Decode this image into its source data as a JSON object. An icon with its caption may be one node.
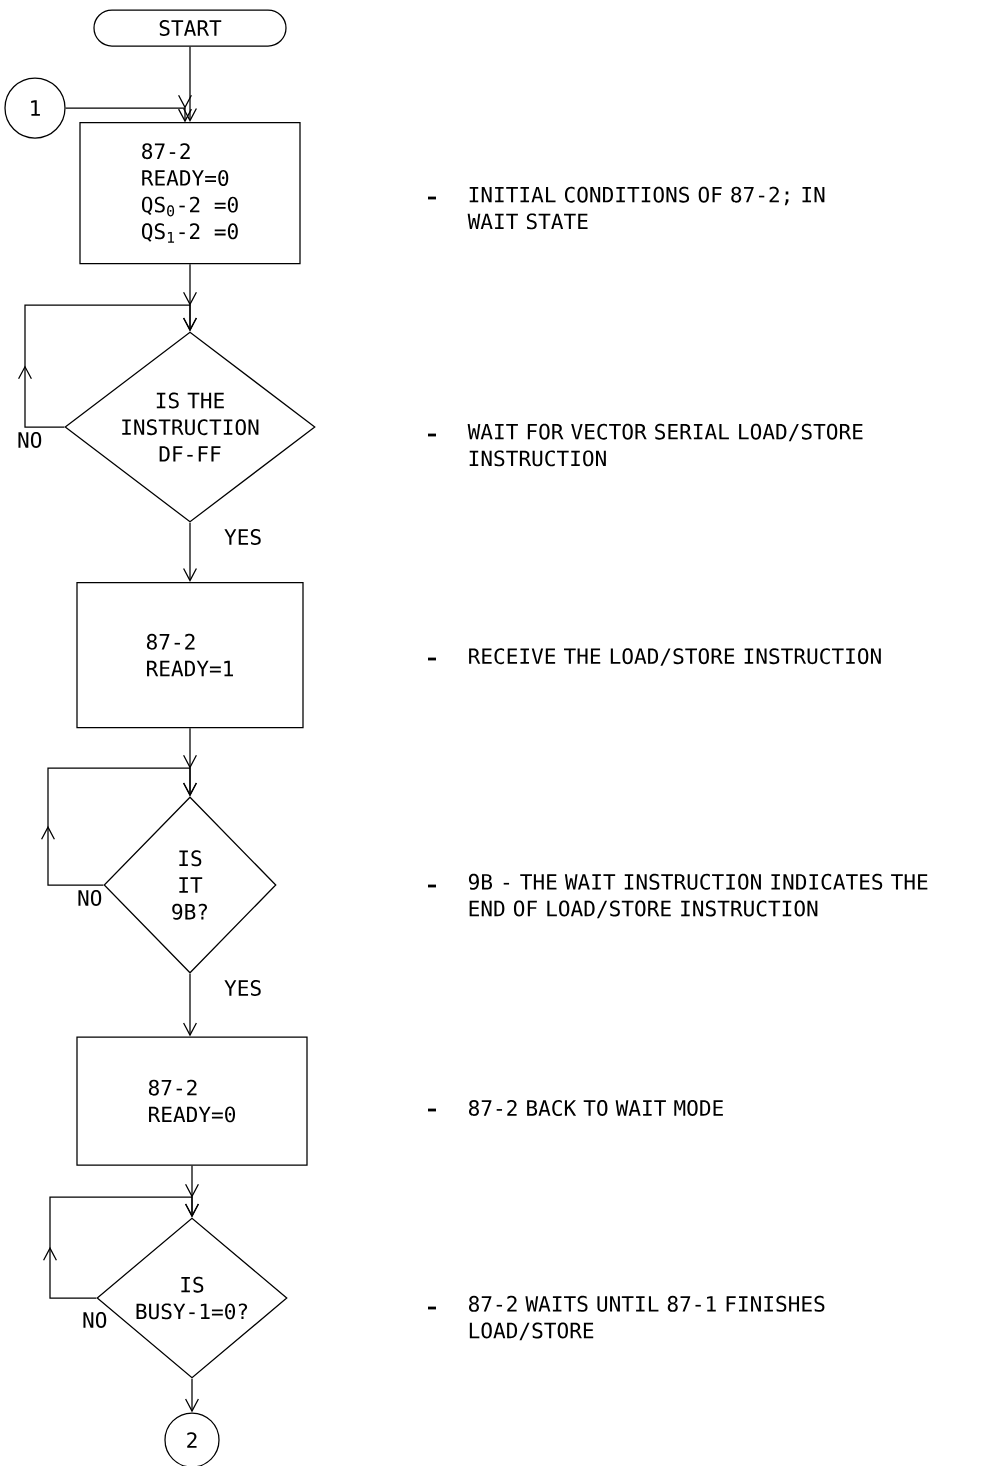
{
  "diagram": {
    "nodes": [
      {
        "text": [
          "START"
        ]
      },
      {
        "text": [
          "1"
        ]
      },
      {
        "text": [
          "87-2",
          "READY=0",
          "QS$_{0}$-2 =0",
          "QS$_{1}$-2 =0"
        ]
      },
      {
        "text": [
          "IS THE INSTRUCTION DF-FF"
        ]
      },
      {
        "text": [
          "87-2",
          "READY=1"
        ]
      },
      {
        "text": [
          "IS IT 9B?"
        ]
      },
      {
        "text": [
          "87-2",
          "READY=0"
        ]
      },
      {
        "text": [
          "IS BUSY-1=0?"
        ]
      },
      {
        "text": [
          "2"
        ]
      }
    ],
    "edges": [
      {
        "from": 0,
        "to": 2,
        "arrow": "to"
      },
      {
        "from": 1,
        "to": 2,
        "arrow": "to"
      },
      {
        "from": 2,
        "to": 3,
        "arrow": "to"
      },
      {
        "from": 3,
        "to": 3,
        "label": "NO",
        "arrow": "to"
      },
      {
        "from": 3,
        "to": 4,
        "label": "YES",
        "arrow": "to"
      },
      {
        "from": 4,
        "to": 5,
        "arrow": "to"
      },
      {
        "from": 5,
        "to": 5,
        "label": "NO",
        "arrow": "to"
      },
      {
        "from": 5,
        "to": 6,
        "label": "YES",
        "arrow": "to"
      },
      {
        "from": 6,
        "to": 7,
        "arrow": "to"
      },
      {
        "from": 7,
        "to": 7,
        "label": "NO",
        "arrow": "to"
      },
      {
        "from": 7,
        "to": 8,
        "arrow": "to"
      }
    ],
    "labels": [
      "INITIAL CONDITIONS OF 87-2; IN WAIT STATE",
      "WAIT FOR VECTOR SERIAL LOAD/STORE INSTRUCTION",
      "RECEIVE THE LOAD/STORE INSTRUCTION",
      "9B - THE WAIT INSTRUCTION INDICATES THE END OF LOAD/STORE INSTRUCTION",
      "87-2 BACK TO WAIT MODE",
      "87-2 WAITS UNTIL 87-1 FINISHES LOAD/STORE"
    ]
  }
}
